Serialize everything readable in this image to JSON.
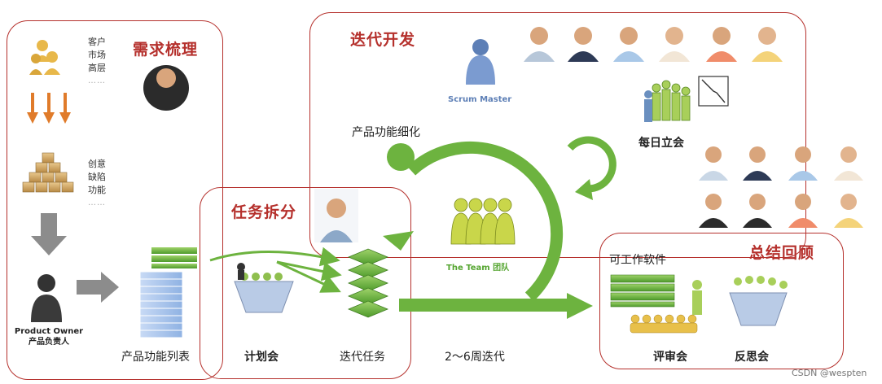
{
  "sections": {
    "requirements": "需求梳理",
    "iteration_dev": "迭代开发",
    "task_split": "任务拆分",
    "retrospective": "总结回顾"
  },
  "sources": {
    "stakeholders": [
      "客户",
      "市场",
      "高层"
    ],
    "inputs": [
      "创意",
      "缺陷",
      "功能"
    ],
    "ellipsis": "……"
  },
  "roles": {
    "product_owner_en": "Product Owner",
    "product_owner_cn": "产品负责人",
    "scrum_master": "Scrum Master",
    "team": "The Team 团队"
  },
  "artifacts": {
    "product_backlog": "产品功能列表",
    "sprint_backlog": "迭代任务",
    "working_software": "可工作软件",
    "refinement": "产品功能细化"
  },
  "meetings": {
    "planning": "计划会",
    "daily": "每日立会",
    "review": "评审会",
    "retro": "反思会"
  },
  "cycle": "2～6周迭代",
  "watermark": "CSDN @wespten",
  "colors": {
    "frame": "#b5302c",
    "cycle_green": "#6db33f",
    "backlog_blue": "#9fbde8"
  },
  "icons": [
    "people-group-icon",
    "down-arrows-icon",
    "boxes-icon",
    "person-icon",
    "arrow-right-icon",
    "document-stack-icon",
    "meeting-table-icon",
    "burndown-chart-icon",
    "team-icon",
    "cycle-arrow-icon"
  ]
}
